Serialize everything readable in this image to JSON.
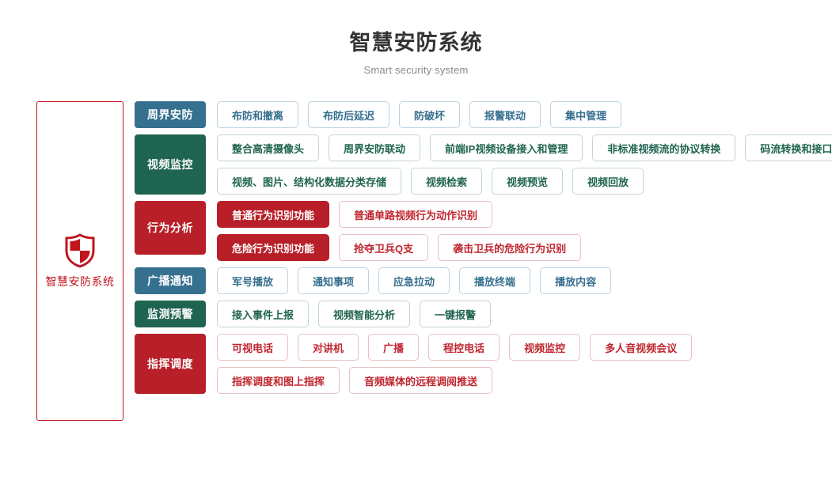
{
  "header": {
    "title": "智慧安防系统",
    "subtitle": "Smart security system"
  },
  "root": {
    "label": "智慧安防系统",
    "icon": "shield-icon",
    "color": "#c0151c"
  },
  "palette": {
    "blue": "#36708f",
    "green": "#1f6450",
    "red": "#b81f28",
    "title_color": "#333333",
    "subtitle_color": "#8a8a8a"
  },
  "categories": [
    {
      "label": "周界安防",
      "color": "blue",
      "lines": [
        [
          {
            "label": "布防和撤离",
            "style": "outline"
          },
          {
            "label": "布防后延迟",
            "style": "outline"
          },
          {
            "label": "防破坏",
            "style": "outline"
          },
          {
            "label": "报警联动",
            "style": "outline"
          },
          {
            "label": "集中管理",
            "style": "outline"
          }
        ]
      ]
    },
    {
      "label": "视频监控",
      "color": "green",
      "lines": [
        [
          {
            "label": "整合高清摄像头",
            "style": "outline"
          },
          {
            "label": "周界安防联动",
            "style": "outline"
          },
          {
            "label": "前端IP视频设备接入和管理",
            "style": "outline"
          },
          {
            "label": "非标准视频流的协议转换",
            "style": "outline"
          },
          {
            "label": "码流转换和接口转换",
            "style": "outline"
          }
        ],
        [
          {
            "label": "视频、图片、结构化数据分类存储",
            "style": "outline"
          },
          {
            "label": "视频检索",
            "style": "outline"
          },
          {
            "label": "视频预览",
            "style": "outline"
          },
          {
            "label": "视频回放",
            "style": "outline"
          }
        ]
      ]
    },
    {
      "label": "行为分析",
      "color": "red",
      "lines": [
        [
          {
            "label": "普通行为识别功能",
            "style": "filled"
          },
          {
            "label": "普通单路视频行为动作识别",
            "style": "outline"
          }
        ],
        [
          {
            "label": "危险行为识别功能",
            "style": "filled"
          },
          {
            "label": "抢夺卫兵Q支",
            "style": "outline"
          },
          {
            "label": "袭击卫兵的危险行为识别",
            "style": "outline"
          }
        ]
      ]
    },
    {
      "label": "广播通知",
      "color": "blue",
      "lines": [
        [
          {
            "label": "军号播放",
            "style": "outline"
          },
          {
            "label": "通知事项",
            "style": "outline"
          },
          {
            "label": "应急拉动",
            "style": "outline"
          },
          {
            "label": "播放终端",
            "style": "outline"
          },
          {
            "label": "播放内容",
            "style": "outline"
          }
        ]
      ]
    },
    {
      "label": "监测预警",
      "color": "green",
      "lines": [
        [
          {
            "label": "接入事件上报",
            "style": "outline"
          },
          {
            "label": "视频智能分析",
            "style": "outline"
          },
          {
            "label": "一键报警",
            "style": "outline"
          }
        ]
      ]
    },
    {
      "label": "指挥调度",
      "color": "red",
      "lines": [
        [
          {
            "label": "可视电话",
            "style": "outline"
          },
          {
            "label": "对讲机",
            "style": "outline"
          },
          {
            "label": "广播",
            "style": "outline"
          },
          {
            "label": "程控电话",
            "style": "outline"
          },
          {
            "label": "视频监控",
            "style": "outline"
          },
          {
            "label": "多人音视频会议",
            "style": "outline"
          }
        ],
        [
          {
            "label": "指挥调度和图上指挥",
            "style": "outline"
          },
          {
            "label": "音频媒体的远程调阅推送",
            "style": "outline"
          }
        ]
      ]
    }
  ]
}
